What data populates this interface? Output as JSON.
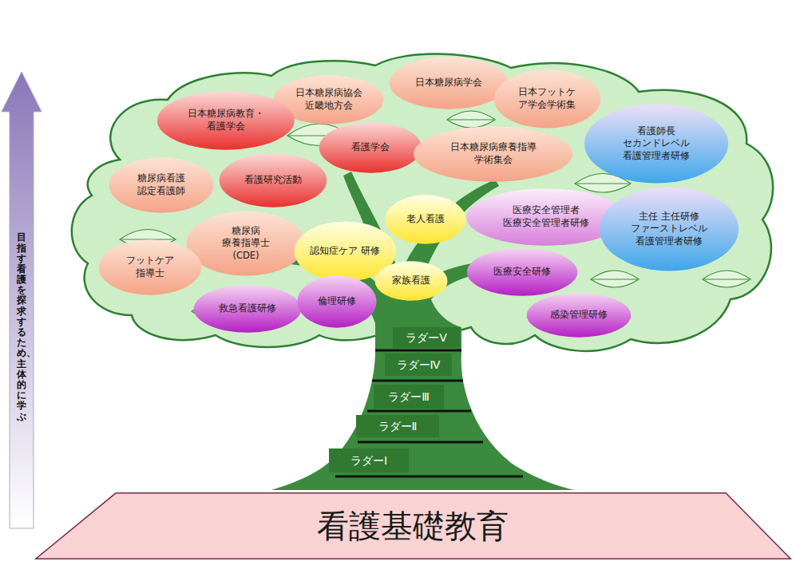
{
  "diagram": {
    "nodes": [
      {
        "text": [
          "日本糖尿病協会 近畿地方会"
        ]
      },
      {
        "text": [
          "日本糖尿病学会"
        ]
      },
      {
        "text": [
          "日本フットケア学会学術集"
        ]
      },
      {
        "text": [
          "日本糖尿病教育・ 看護学会"
        ]
      },
      {
        "text": [
          "看護学会"
        ]
      },
      {
        "text": [
          "日本糖尿病療養指導 学術集会"
        ]
      },
      {
        "text": [
          "看護師長 セカンドレベル 看護管理者研修"
        ]
      },
      {
        "text": [
          "糖尿病看護 認定看護師"
        ]
      },
      {
        "text": [
          "看護研究活動"
        ]
      },
      {
        "text": [
          "老人看護"
        ]
      },
      {
        "text": [
          "医療安全管理者 医療安全管理者研修"
        ]
      },
      {
        "text": [
          "主任 主任研修 ファーストレベル 看護管理者研修"
        ]
      },
      {
        "text": [
          "糖尿病 療養指導士 (CDE)"
        ]
      },
      {
        "text": [
          "認知症ケア 研修"
        ]
      },
      {
        "text": [
          "フットケア 指導士"
        ]
      },
      {
        "text": [
          "家族看護"
        ]
      },
      {
        "text": [
          "医療安全研修"
        ]
      },
      {
        "text": [
          "救急看護研修"
        ]
      },
      {
        "text": [
          "倫理研修"
        ]
      },
      {
        "text": [
          "感染管理研修"
        ]
      },
      {
        "text": [
          "ラダーⅤ"
        ]
      },
      {
        "text": [
          "ラダーⅣ"
        ]
      },
      {
        "text": [
          "ラダーⅢ"
        ]
      },
      {
        "text": [
          "ラダーⅡ"
        ]
      },
      {
        "text": [
          "ラダーⅠ"
        ]
      },
      {
        "text": [
          "看護基礎教育"
        ]
      },
      {
        "text": [
          "目指す看護を探求するため、主体的に学ぶ"
        ]
      }
    ]
  }
}
